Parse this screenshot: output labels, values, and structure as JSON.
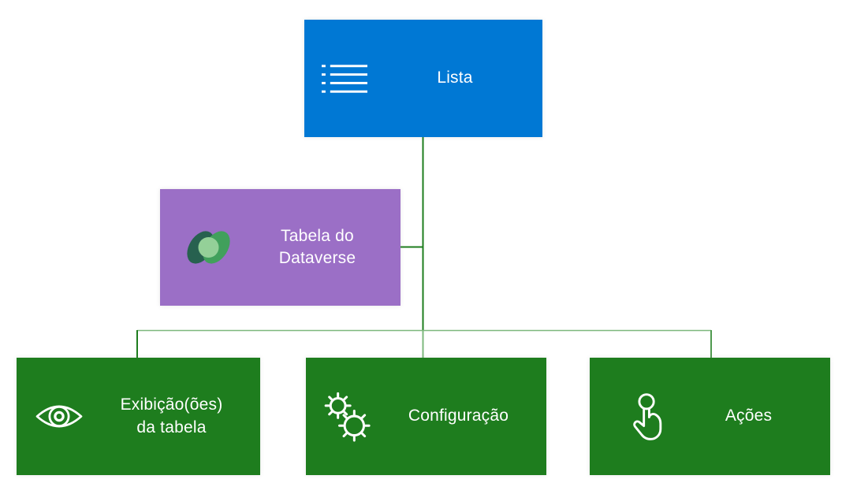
{
  "diagram": {
    "background": "#ffffff",
    "colors": {
      "node_blue": "#0078d4",
      "node_purple": "#9b6fc6",
      "node_green": "#1e7d1e",
      "text": "#ffffff",
      "connector_dark": "#1e7d1e",
      "connector_medium": "#4f9a4f",
      "connector_light": "#7db87d",
      "dataverse_dark": "#27614f",
      "dataverse_mid": "#41a05c",
      "dataverse_light": "#94d098"
    },
    "nodes": {
      "lista": {
        "label": "Lista",
        "icon": "list-icon",
        "color": "#0078d4"
      },
      "tabela": {
        "label": "Tabela do Dataverse",
        "icon": "dataverse-icon",
        "color": "#9b6fc6"
      },
      "exibicoes": {
        "label": "Exibição(ões) da tabela",
        "icon": "eye-icon",
        "color": "#1e7d1e"
      },
      "configuracao": {
        "label": "Configuração",
        "icon": "gears-icon",
        "color": "#1e7d1e"
      },
      "acoes": {
        "label": "Ações",
        "icon": "tap-icon",
        "color": "#1e7d1e"
      }
    },
    "connections": [
      "Lista -> Tabela do Dataverse",
      "Lista -> Exibição(ões) da tabela",
      "Lista -> Configuração",
      "Lista -> Ações"
    ]
  }
}
